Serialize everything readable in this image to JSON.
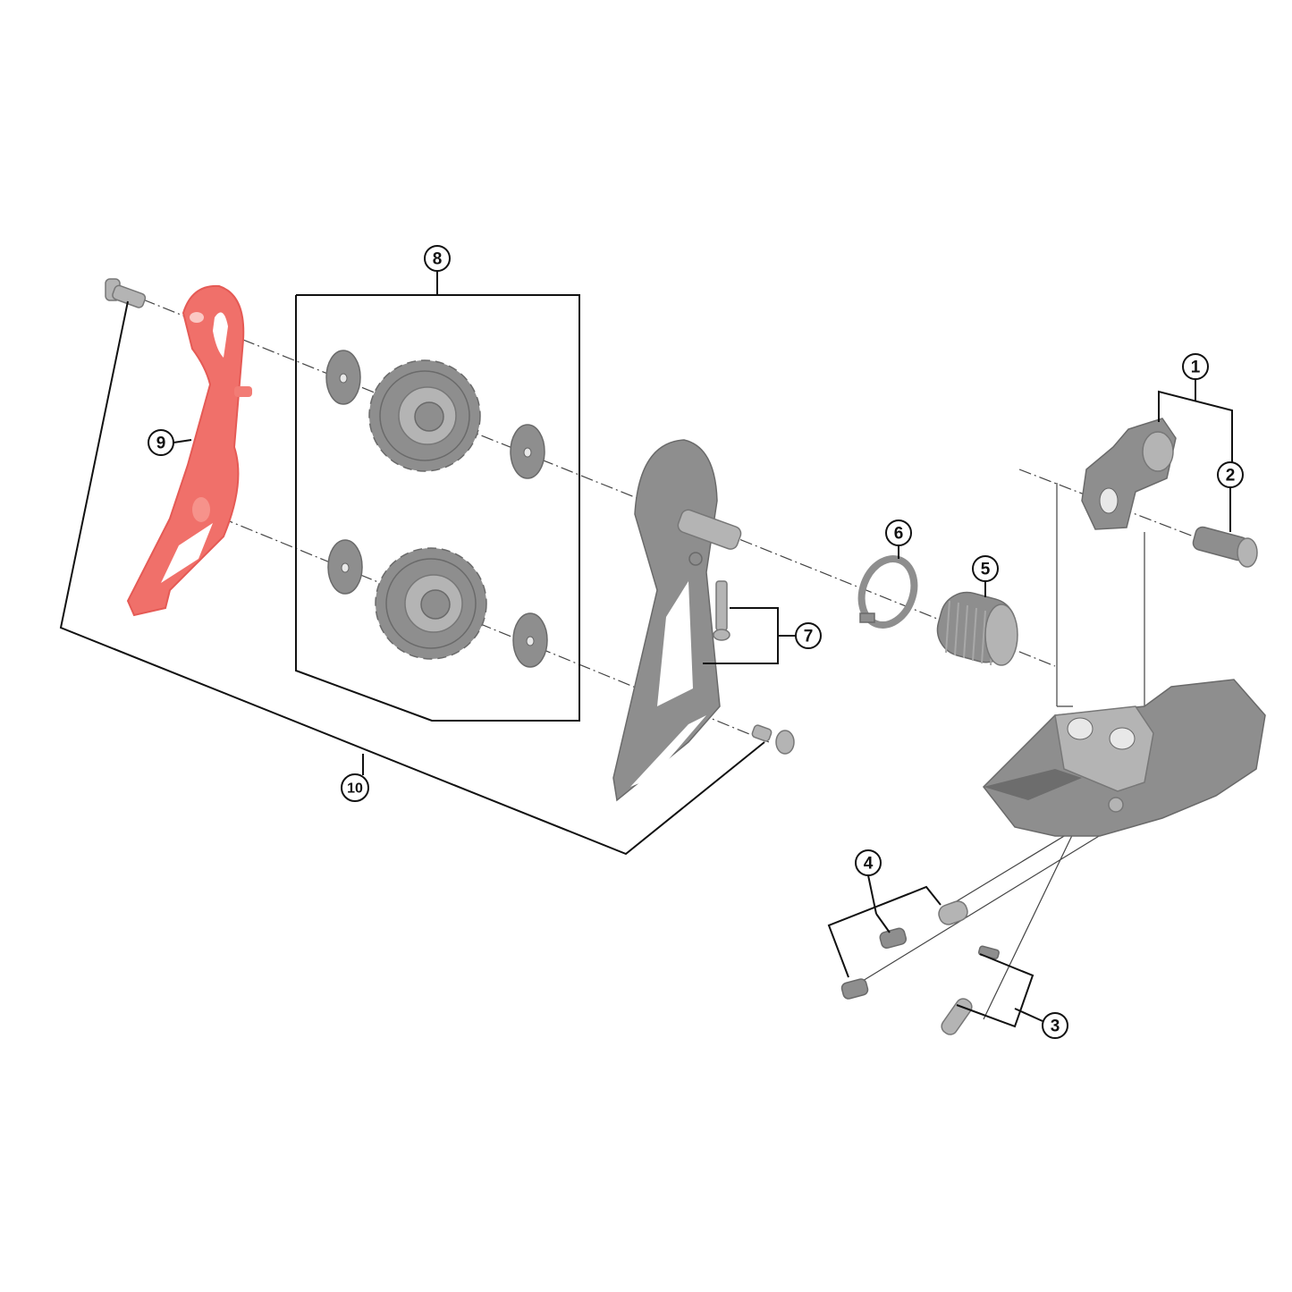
{
  "diagram": {
    "highlight_color": "#f0706a",
    "part_color": "#8e8e8e",
    "callouts": [
      {
        "id": "1",
        "label": "1"
      },
      {
        "id": "2",
        "label": "2"
      },
      {
        "id": "3",
        "label": "3"
      },
      {
        "id": "4",
        "label": "4"
      },
      {
        "id": "5",
        "label": "5"
      },
      {
        "id": "6",
        "label": "6"
      },
      {
        "id": "7",
        "label": "7"
      },
      {
        "id": "8",
        "label": "8"
      },
      {
        "id": "9",
        "label": "9"
      },
      {
        "id": "10",
        "label": "10"
      }
    ]
  }
}
